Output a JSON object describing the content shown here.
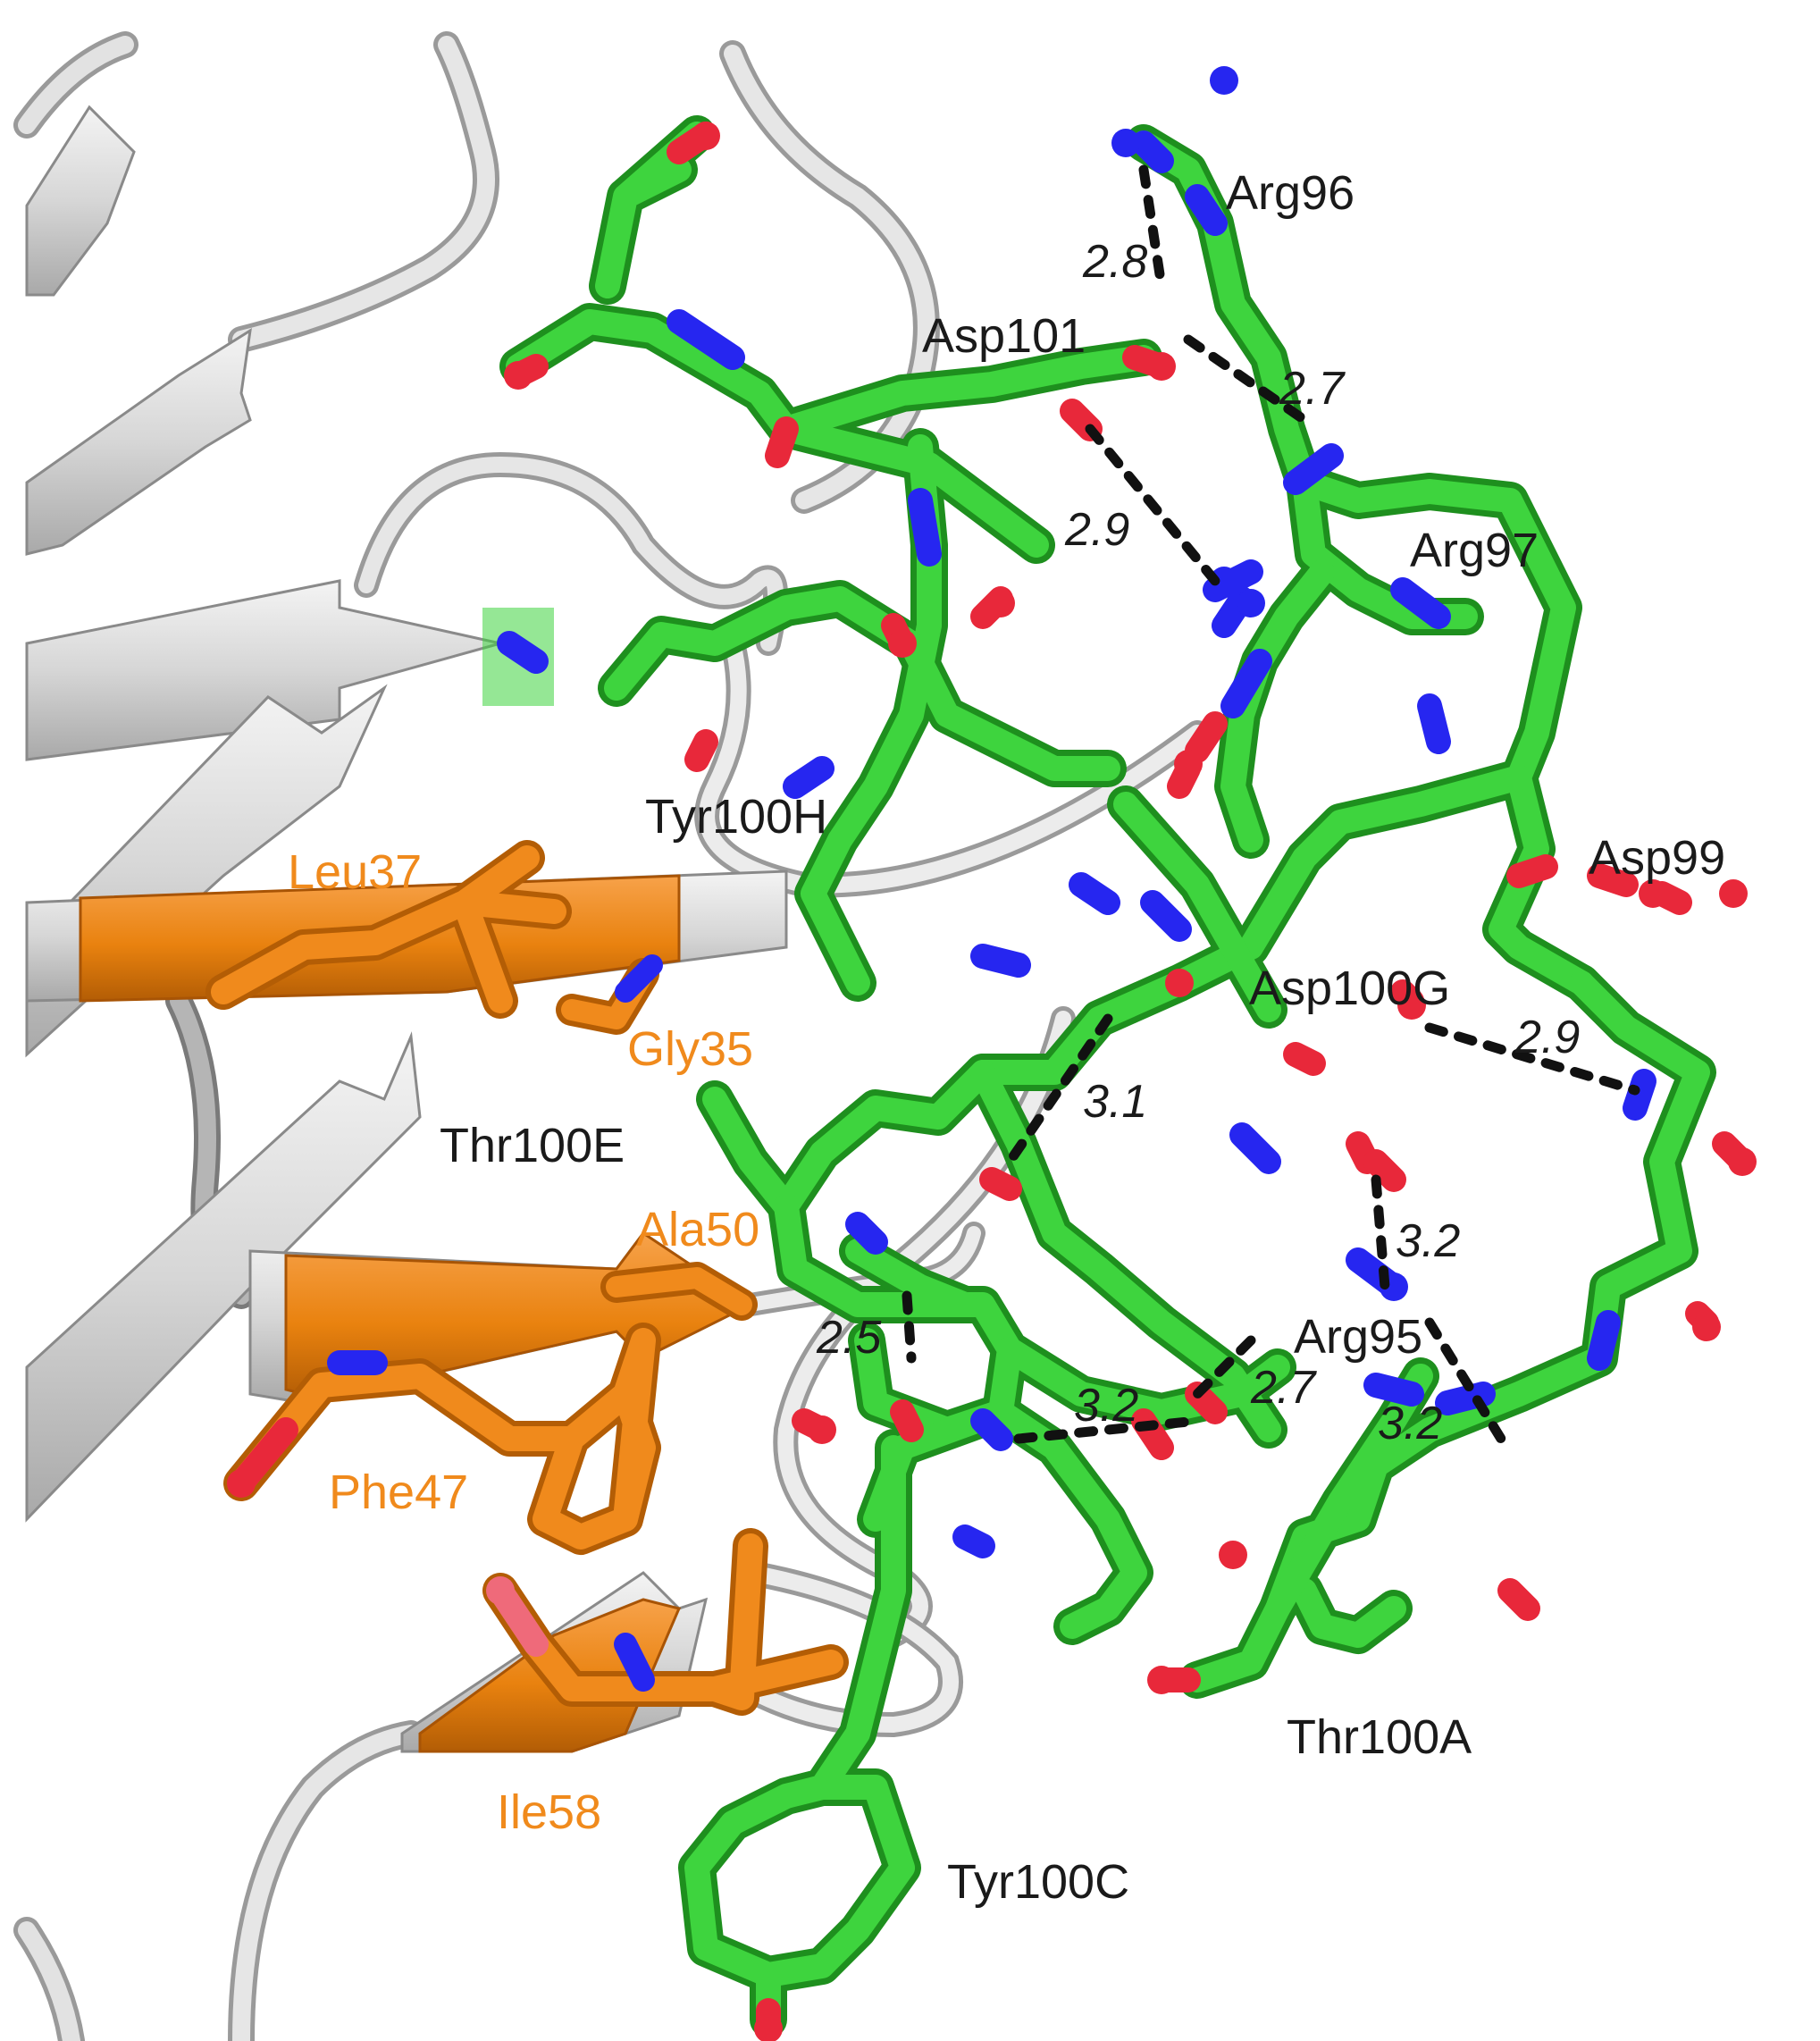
{
  "colors": {
    "carbon": "#3ed43e",
    "carbon_edge": "#1e8f1e",
    "nitrogen": "#2626f0",
    "oxygen": "#e8283a",
    "framework": "#f08a1c",
    "framework_edge": "#b35d05",
    "ribbon": "#d9d9d9",
    "ribbon_edge": "#9a9a9a",
    "hbond": "#111111",
    "label_dark": "#1a1a1a",
    "label_orange": "#f08a1c"
  },
  "residue_labels": {
    "arg96": "Arg96",
    "asp101": "Asp101",
    "arg97": "Arg97",
    "tyr100h": "Tyr100H",
    "asp99": "Asp99",
    "leu37": "Leu37",
    "gly35": "Gly35",
    "asp100g": "Asp100G",
    "thr100e": "Thr100E",
    "ala50": "Ala50",
    "arg95": "Arg95",
    "phe47": "Phe47",
    "thr100a": "Thr100A",
    "ile58": "Ile58",
    "tyr100c": "Tyr100C"
  },
  "distances": {
    "d_arg96": "2.8",
    "d_asp101_arg97a": "2.7",
    "d_asp101_arg97b": "2.9",
    "d_asp100g_asp99": "2.9",
    "d_thr100e": "3.1",
    "d_asp100g_arg95": "3.2",
    "d_ala50": "2.5",
    "d_arg95_a": "2.7",
    "d_backbone": "3.2",
    "d_arg95_b": "3.2"
  }
}
